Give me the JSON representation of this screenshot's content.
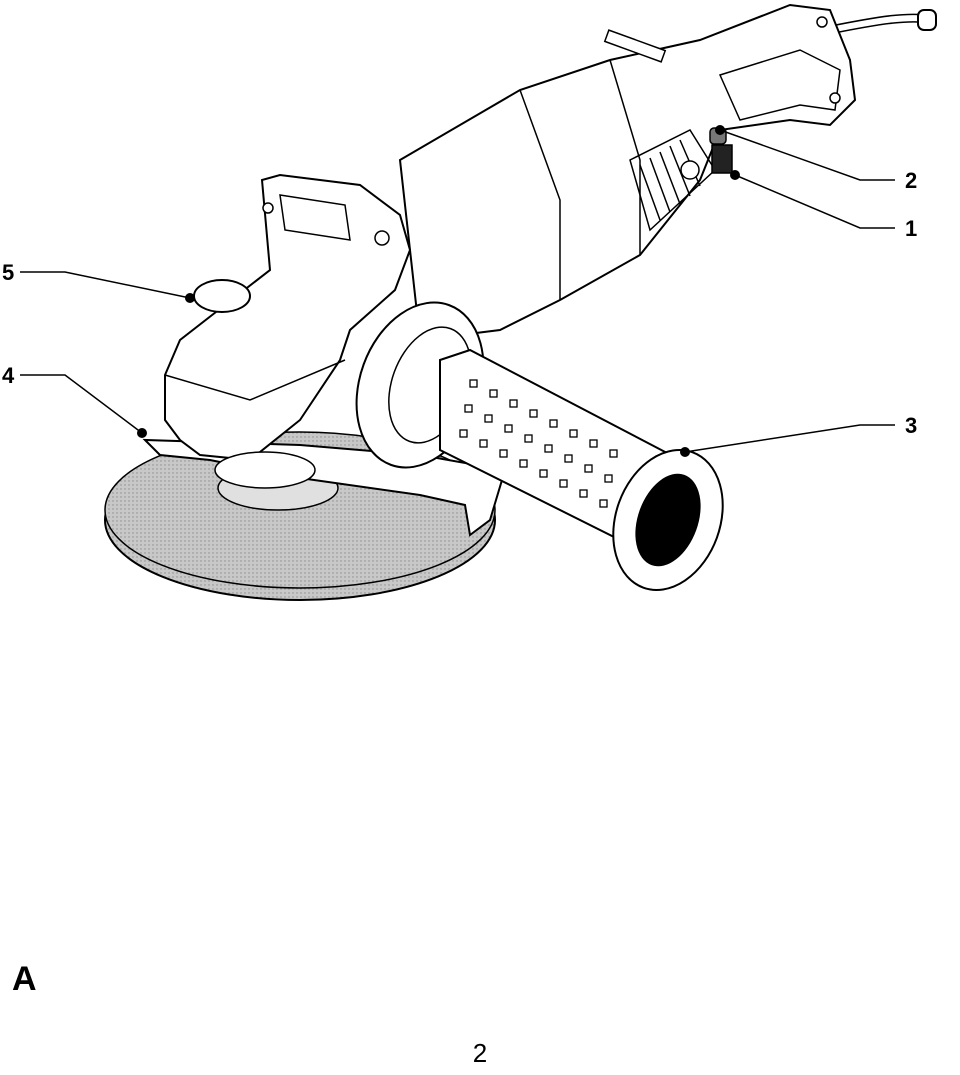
{
  "callouts": [
    {
      "id": "1",
      "label": "1"
    },
    {
      "id": "2",
      "label": "2"
    },
    {
      "id": "3",
      "label": "3"
    },
    {
      "id": "4",
      "label": "4"
    },
    {
      "id": "5",
      "label": "5"
    }
  ],
  "figure_label": "A",
  "page_number": "2",
  "colors": {
    "line": "#000000",
    "disc_fill": "#bdbdbd",
    "body_fill": "#ffffff",
    "grip_hole": "#000000"
  }
}
